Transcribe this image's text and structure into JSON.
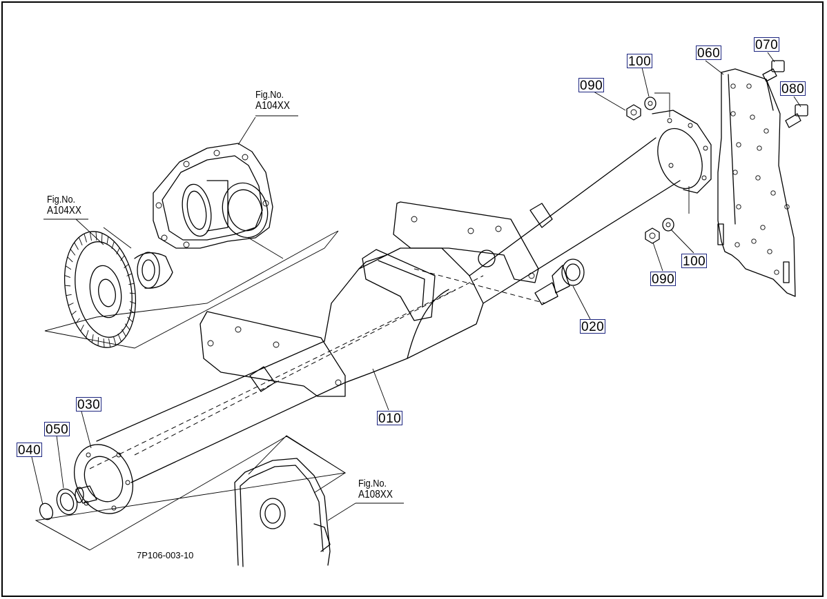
{
  "drawing_number": "7P106-003-10",
  "part_callouts": [
    "010",
    "020",
    "030",
    "040",
    "050",
    "060",
    "070",
    "080",
    "090",
    "100",
    "090",
    "100"
  ],
  "figure_refs": [
    {
      "label": "Fig.No.",
      "code": "A104XX"
    },
    {
      "label": "Fig.No.",
      "code": "A104XX"
    },
    {
      "label": "Fig.No.",
      "code": "A108XX"
    }
  ],
  "colors": {
    "line": "#000000",
    "callout_border": "#1a237e",
    "background": "#ffffff"
  }
}
